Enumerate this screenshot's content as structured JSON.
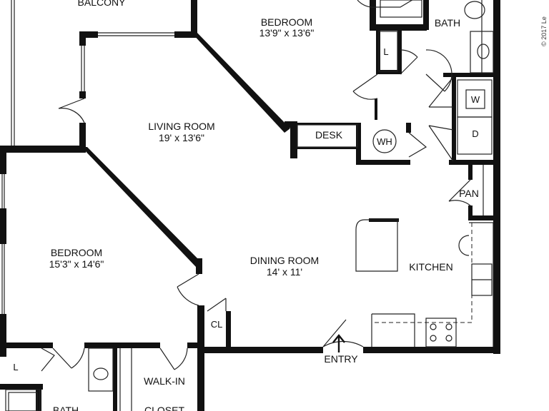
{
  "rooms": {
    "balcony": {
      "name": "BALCONY"
    },
    "bedroom_top": {
      "name": "BEDROOM",
      "size": "13'9\" x 13'6\""
    },
    "bath_top": {
      "name": "BATH"
    },
    "linen_top": {
      "name": "L"
    },
    "living": {
      "name": "LIVING ROOM",
      "size": "19' x 13'6\""
    },
    "desk": {
      "name": "DESK"
    },
    "water_heater": {
      "name": "WH"
    },
    "washer": {
      "name": "W"
    },
    "dryer": {
      "name": "D"
    },
    "pantry": {
      "name": "PAN"
    },
    "bedroom_left": {
      "name": "BEDROOM",
      "size": "15'3\" x 14'6\""
    },
    "dining": {
      "name": "DINING ROOM",
      "size": "14' x 11'"
    },
    "kitchen": {
      "name": "KITCHEN"
    },
    "closet": {
      "name": "CL"
    },
    "entry": {
      "name": "ENTRY"
    },
    "linen_bottom": {
      "name": "L"
    },
    "bath_bottom": {
      "name": "BATH"
    },
    "walkin": {
      "name": "WALK-IN",
      "name2": "CLOSET"
    }
  },
  "copyright": "© 2017 Le",
  "icons": {
    "entry_arrow": "arrow-up-icon"
  },
  "colors": {
    "wall": "#111111",
    "background": "#ffffff"
  }
}
